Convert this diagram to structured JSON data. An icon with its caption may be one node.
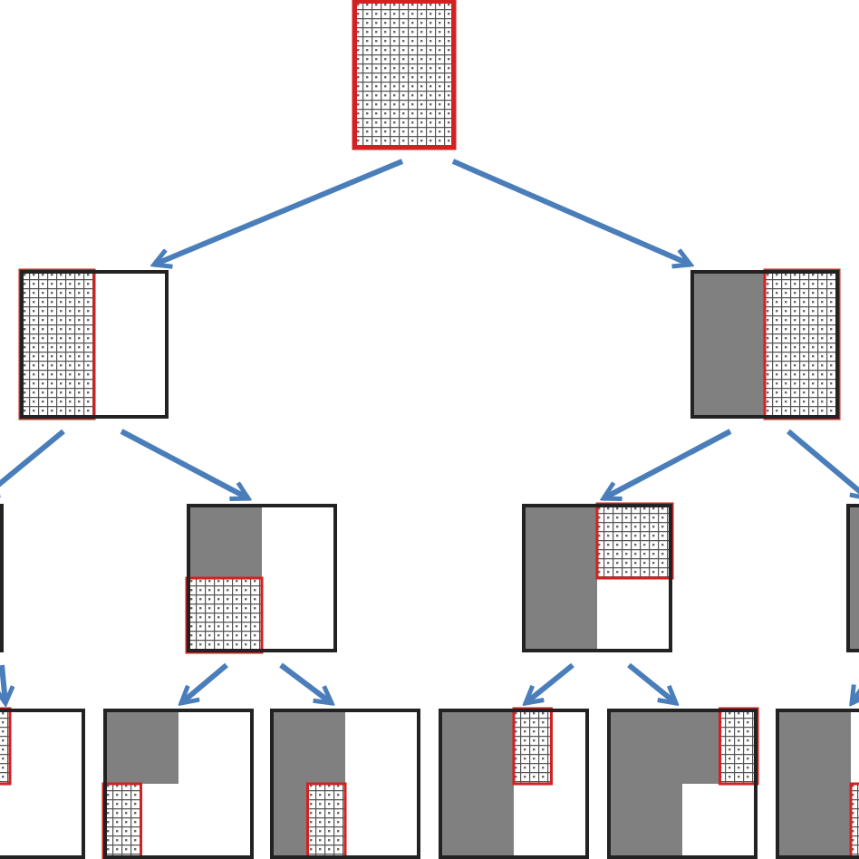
{
  "diagram": {
    "nodes": [
      {
        "text": [],
        "shape": "box"
      },
      {
        "text": [],
        "shape": "box"
      },
      {
        "text": [],
        "shape": "box"
      },
      {
        "text": [],
        "shape": "box"
      },
      {
        "text": [],
        "shape": "box"
      },
      {
        "text": [],
        "shape": "box"
      },
      {
        "text": [],
        "shape": "box"
      },
      {
        "text": [],
        "shape": "box"
      },
      {
        "text": [],
        "shape": "box"
      },
      {
        "text": [],
        "shape": "box"
      },
      {
        "text": [],
        "shape": "box"
      },
      {
        "text": [],
        "shape": "box"
      },
      {
        "text": [],
        "shape": "box"
      }
    ],
    "edges": [
      {
        "from": 0,
        "to": 1,
        "arrow": "to"
      },
      {
        "from": 0,
        "to": 2,
        "arrow": "to"
      },
      {
        "from": 1,
        "to": 3,
        "arrow": "to"
      },
      {
        "from": 1,
        "to": 4,
        "arrow": "to"
      },
      {
        "from": 2,
        "to": 5,
        "arrow": "to"
      },
      {
        "from": 2,
        "to": 6,
        "arrow": "to"
      },
      {
        "from": 3,
        "to": 7,
        "arrow": "to"
      },
      {
        "from": 4,
        "to": 8,
        "arrow": "to"
      },
      {
        "from": 4,
        "to": 9,
        "arrow": "to"
      },
      {
        "from": 5,
        "to": 10,
        "arrow": "to"
      },
      {
        "from": 5,
        "to": 11,
        "arrow": "to"
      },
      {
        "from": 6,
        "to": 12,
        "arrow": "to"
      }
    ]
  }
}
